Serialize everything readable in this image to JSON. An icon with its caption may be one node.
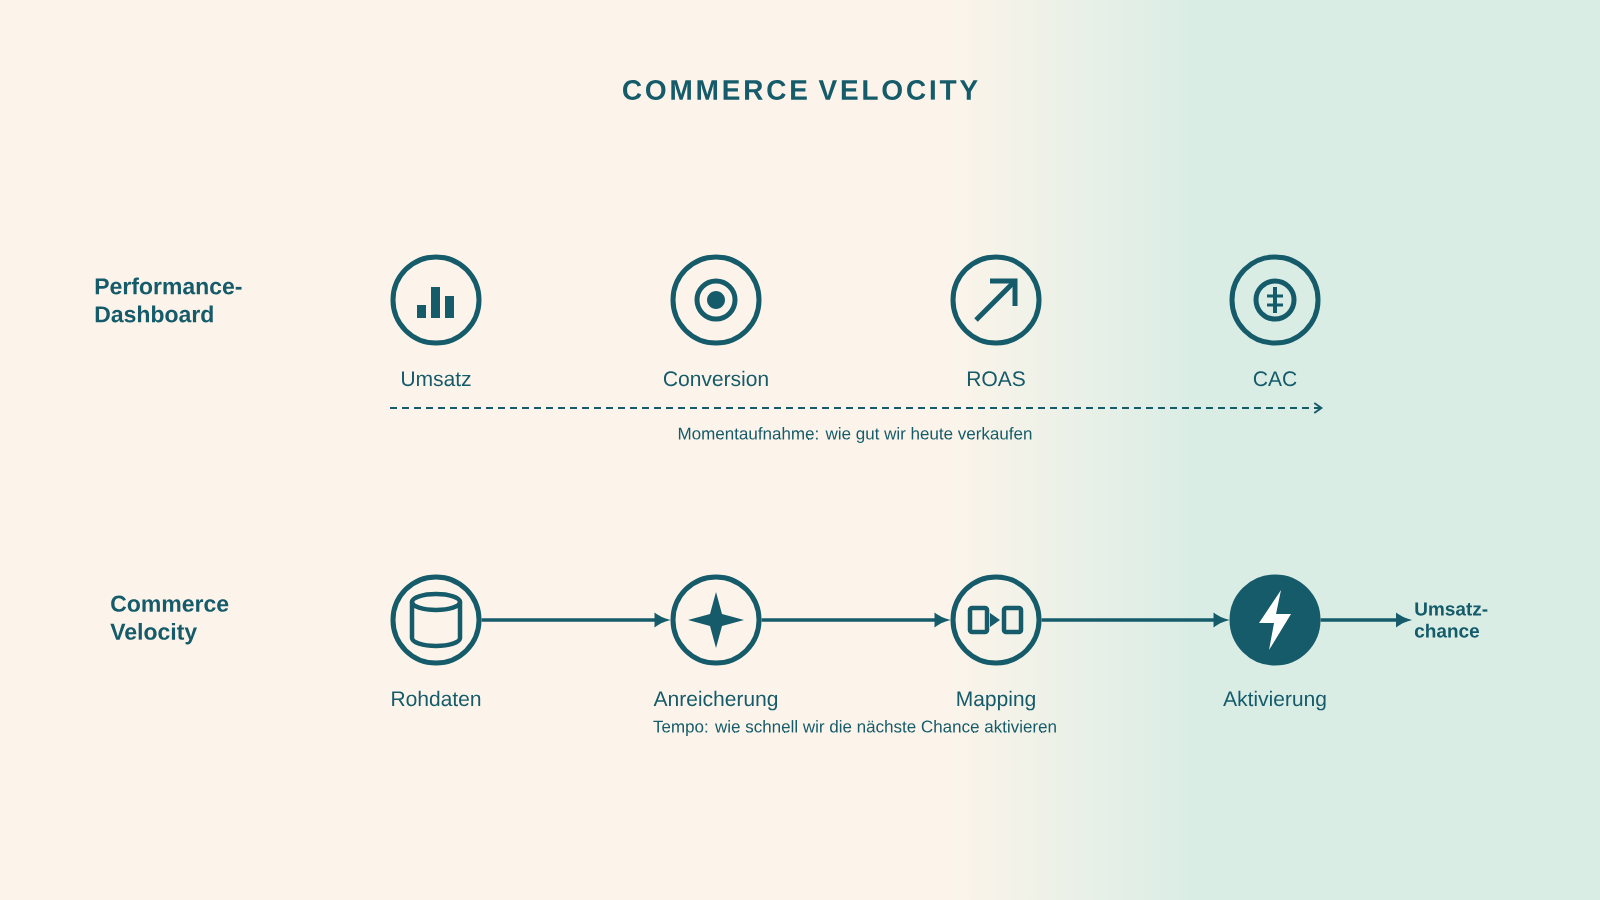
{
  "diagram": {
    "title": "COMMERCE VELOCITY",
    "nodes": [
      {
        "text": [
          "Umsatz"
        ]
      },
      {
        "text": [
          "Conversion"
        ]
      },
      {
        "text": [
          "ROAS"
        ]
      },
      {
        "text": [
          "CAC"
        ]
      },
      {
        "text": [
          "Rohdaten"
        ]
      },
      {
        "text": [
          "Anreicherung"
        ]
      },
      {
        "text": [
          "Mapping"
        ]
      },
      {
        "text": [
          "Aktivierung"
        ]
      },
      {
        "text": [
          "Umsatz-chance"
        ]
      }
    ],
    "edges": [
      {
        "from": 4,
        "to": 5,
        "arrow": "to"
      },
      {
        "from": 5,
        "to": 6,
        "arrow": "to"
      },
      {
        "from": 6,
        "to": 7,
        "arrow": "to"
      },
      {
        "from": 7,
        "to": 8,
        "arrow": "to"
      }
    ],
    "labels": [
      "Performance-Dashboard",
      "Momentaufnahme: wie gut wir heute verkaufen",
      "Commerce Velocity",
      "Tempo: wie schnell wir die nächste Chance aktivieren"
    ]
  }
}
